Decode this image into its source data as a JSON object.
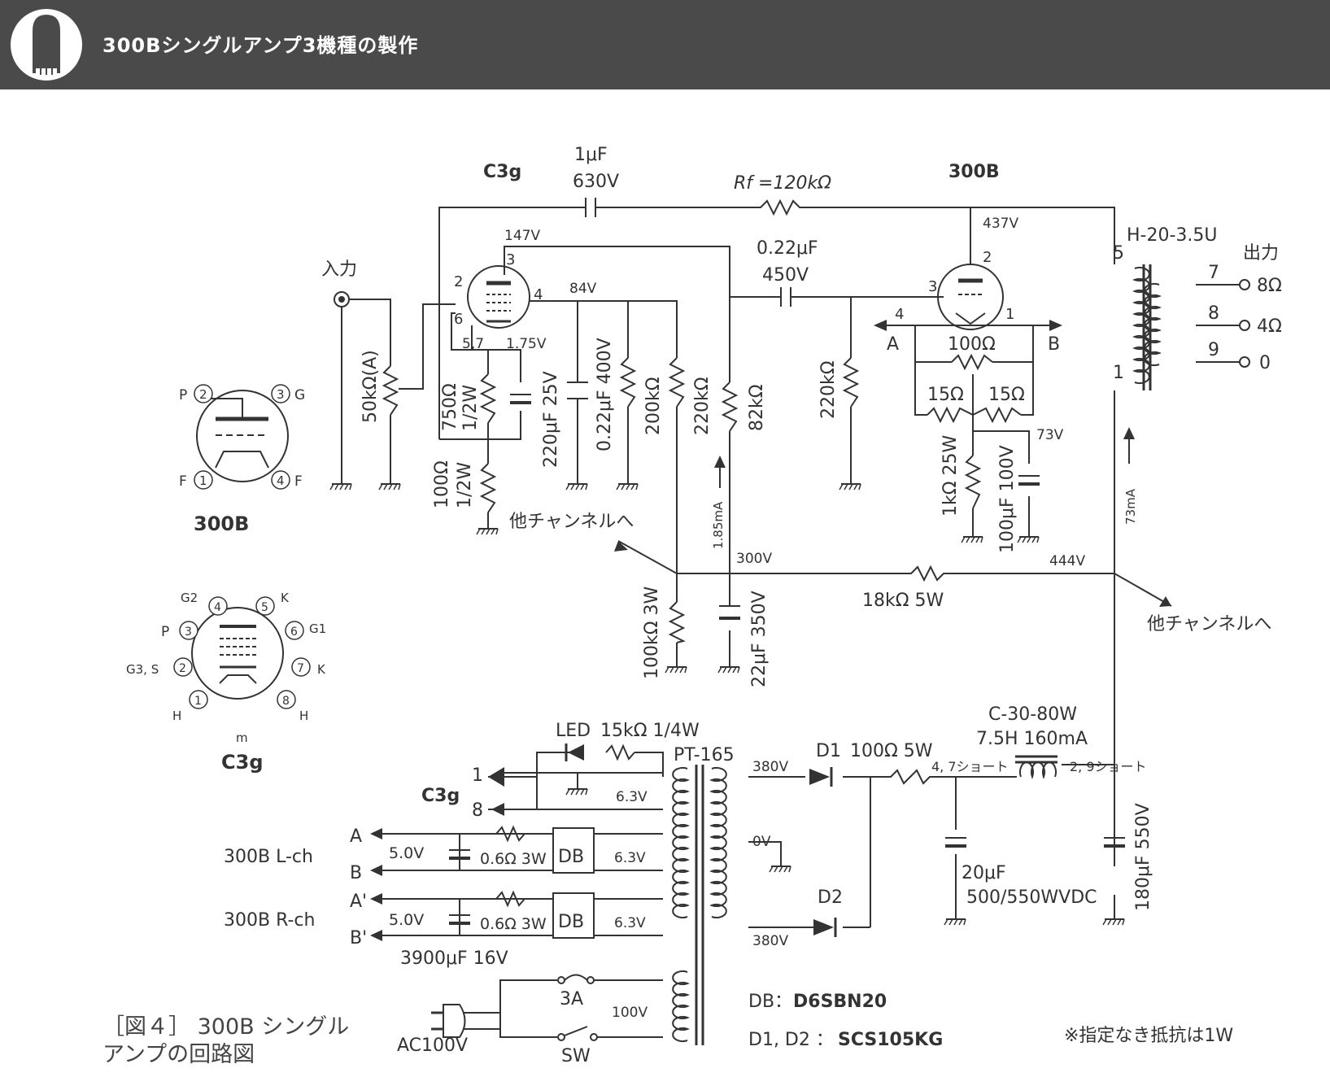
{
  "header": {
    "title": "300Bシングルアンプ3機種の製作"
  },
  "caption": {
    "line1": "［図４］ 300B シングル",
    "line2": "アンプの回路図"
  },
  "colors": {
    "header_bg": "#4a4a4a",
    "line": "#333333"
  },
  "labels": {
    "c3g_top": "C3g",
    "c_1uf_a": "1μF",
    "c_1uf_b": "630V",
    "rf": "Rf =120kΩ",
    "tube_300b": "300B",
    "v147": "147V",
    "v437": "437V",
    "c022_a": "0.22μF",
    "c022_b": "450V",
    "ot": "H-20-3.5U",
    "output": "出力",
    "input": "入力",
    "pin2": "2",
    "pin3": "3",
    "pin4": "4",
    "pin6": "6",
    "v84": "84V",
    "p57": "5,7",
    "v175": "1.75V",
    "r50k": "50kΩ(A)",
    "r750a": "750Ω",
    "r750b": "1/2W",
    "c220a": "220μF 25V",
    "c022c": "0.22μF 400V",
    "r200k": "200kΩ",
    "r220k": "220kΩ",
    "r82k": "82kΩ",
    "r100a": "100Ω",
    "r100b": "1/2W",
    "to_other1": "他チャンネルへ",
    "ma185": "1.85mA",
    "v300": "300V",
    "r220k_g": "220kΩ",
    "t_pin2": "2",
    "t_pin3": "3",
    "t_pin4": "4",
    "t_pin1": "1",
    "node_a": "A",
    "node_b": "B",
    "r100_hum": "100Ω",
    "r15a": "15Ω",
    "r15b": "15Ω",
    "v73": "73V",
    "r1k": "1kΩ 25W",
    "c100": "100μF 100V",
    "ma73": "73mA",
    "v444": "444V",
    "r18k": "18kΩ 5W",
    "to_other2": "他チャンネルへ",
    "r100k": "100kΩ 3W",
    "c22": "22μF 350V",
    "ot_p5": "5",
    "ot_p1": "1",
    "ot_s7": "7",
    "ot_s8": "8",
    "ot_s9": "9",
    "o8": "8Ω",
    "o4": "4Ω",
    "o0": "0",
    "b300_name": "300B",
    "b300_P": "P",
    "b300_G": "G",
    "b300_F1": "F",
    "b300_F2": "F",
    "b300_n2": "2",
    "b300_n3": "3",
    "b300_n1": "1",
    "b300_n4": "4",
    "c3g_name": "C3g",
    "c3g_G2": "G2",
    "c3g_K1": "K",
    "c3g_P": "P",
    "c3g_G1": "G1",
    "c3g_G3S": "G3, S",
    "c3g_K2": "K",
    "c3g_H1": "H",
    "c3g_H2": "H",
    "c3g_m": "m",
    "c3g_n4": "4",
    "c3g_n5": "5",
    "c3g_n3": "3",
    "c3g_n6": "6",
    "c3g_n2": "2",
    "c3g_n7": "7",
    "c3g_n1": "1",
    "c3g_n8": "8",
    "led": "LED",
    "r15k": "15kΩ 1/4W",
    "pt": "PT-165",
    "d1": "D1",
    "r100_5w": "100Ω  5W",
    "choke_a": "C-30-80W",
    "choke_b": "7.5H 160mA",
    "s47": "4, 7ショート",
    "s29": "2, 9ショート",
    "v380a": "380V",
    "v0": "0V",
    "v380b": "380V",
    "d2": "D2",
    "c3g_heater": "C3g",
    "h1": "1",
    "h8": "8",
    "v63a": "6.3V",
    "v63b": "6.3V",
    "v63c": "6.3V",
    "ha": "A",
    "hb": "B",
    "ha2": "A'",
    "hb2": "B'",
    "lch": "300B L-ch",
    "rch": "300B R-ch",
    "v50a": "5.0V",
    "v50b": "5.0V",
    "r06a": "0.6Ω 3W",
    "r06b": "0.6Ω 3W",
    "db1": "DB",
    "db2": "DB",
    "c3900": "3900μF 16V",
    "c20a": "20μF",
    "c20b": "500/550WVDC",
    "c180": "180μF 550V",
    "fuse": "3A",
    "v100": "100V",
    "ac100": "AC100V",
    "sw": "SW",
    "db_note_a": "DB：",
    "db_note_b": "D6SBN20",
    "d_note_a": "D1, D2 ：",
    "d_note_b": "SCS105KG",
    "note": "※指定なき抵抗は1W"
  }
}
